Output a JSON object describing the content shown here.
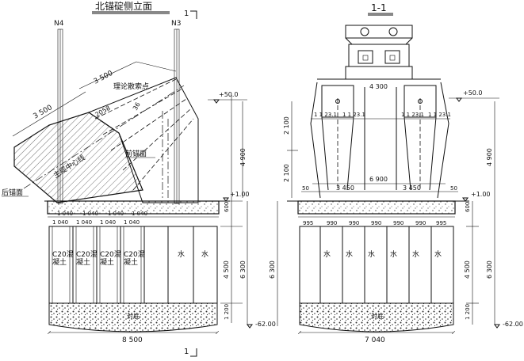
{
  "left_view": {
    "title": "北锚碇侧立面",
    "section_mark": "1",
    "rods": [
      "N4",
      "N3"
    ],
    "dims": {
      "d3500a": "3 500",
      "d3500b": "3 500",
      "d2058": "2058",
      "d36": "36",
      "d8500": "8 500",
      "d1040": "1 040",
      "d600": "600",
      "d4500": "4 500",
      "d6300": "6 300",
      "d1200": "1 200",
      "d4900": "4 900"
    },
    "labels": {
      "cable_point": "理论散索点",
      "main_cable_axis": "主缆中心线",
      "front_face": "前锚面",
      "rear_face": "后锚面",
      "concrete": "C20混\n凝土",
      "water": "水",
      "base": "封底"
    },
    "elevations": {
      "top": "+50.0",
      "mid": "+1.00",
      "bottom": "-62.00"
    }
  },
  "right_view": {
    "title": "1-1",
    "dims": {
      "d4300": "4 300",
      "d6900": "6 900",
      "d3450a": "3 450",
      "d3450b": "3 450",
      "d50a": "50",
      "d50b": "50",
      "d2100a": "2 100",
      "d2100b": "2 100",
      "d4900": "4 900",
      "d600": "600",
      "d4500": "4 500",
      "d6300a": "6 300",
      "d6300b": "6 300",
      "d1200": "1 200",
      "d7040": "7 040",
      "slope": "1 1 23.1"
    },
    "top_row": [
      "995",
      "990",
      "990",
      "990",
      "990",
      "990",
      "995"
    ],
    "labels": {
      "water": "水",
      "base": "封底"
    },
    "elevations": {
      "top": "+50.0",
      "mid": "+1.00",
      "bottom": "-62.00"
    }
  }
}
